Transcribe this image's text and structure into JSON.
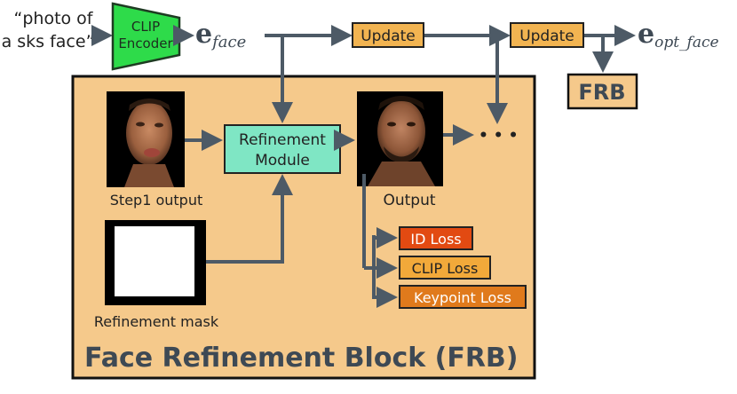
{
  "prompt": {
    "line1": "“photo of",
    "line2": "a sks face”"
  },
  "clip_encoder": {
    "line1": "CLIP",
    "line2": "Encoder",
    "fill_color": "#2edb4a"
  },
  "embeddings": {
    "face_main": "e",
    "face_sub": "face",
    "opt_main": "e",
    "opt_sub": "opt_face"
  },
  "update_boxes": {
    "first": "Update",
    "second": "Update",
    "fill_color": "#f2b451"
  },
  "frb_small": {
    "label": "FRB"
  },
  "frb_block": {
    "title": "Face Refinement Block (FRB)",
    "fill_color": "#f5c98b"
  },
  "refinement_module": {
    "line1": "Refinement",
    "line2": "Module",
    "fill_color": "#7fe6c4"
  },
  "images": {
    "step1_caption": "Step1 output",
    "output_caption": "Output",
    "mask_caption": "Refinement mask"
  },
  "continuation": "• • •",
  "losses": [
    {
      "label": "ID Loss",
      "fill_color": "#e24a12"
    },
    {
      "label": "CLIP Loss",
      "fill_color": "#f2a93a"
    },
    {
      "label": "Keypoint Loss",
      "fill_color": "#e07a1c"
    }
  ]
}
